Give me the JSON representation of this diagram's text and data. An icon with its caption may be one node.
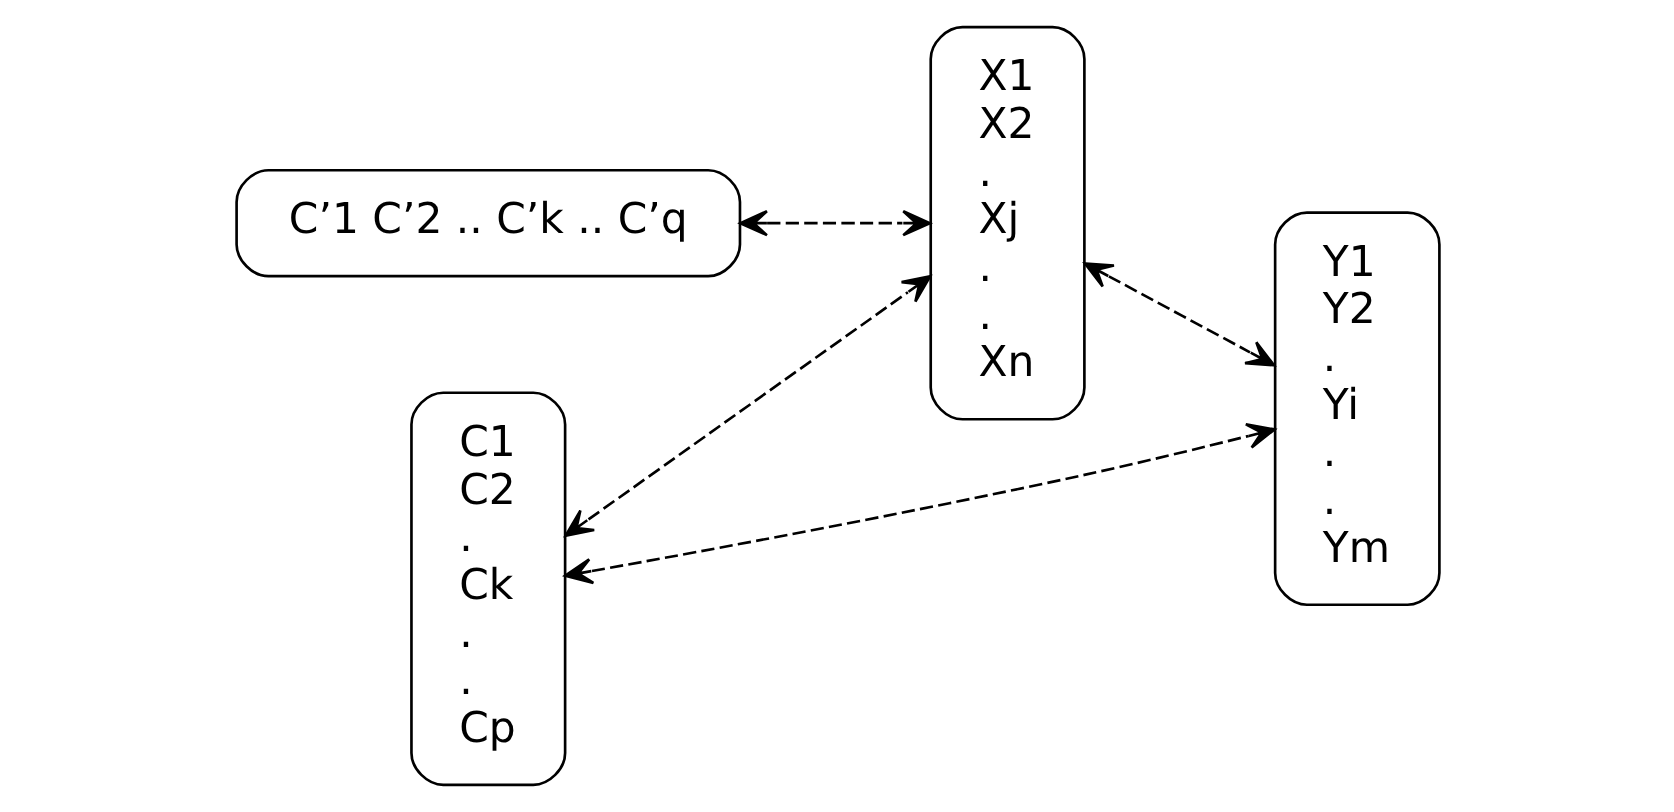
{
  "diagram": {
    "nodes": [
      {
        "text": [
          "C’1 C’2 .. C’k .. C’q"
        ]
      },
      {
        "text": [
          "C1 C2 . Ck . . Cp"
        ]
      },
      {
        "text": [
          "Y1 Y2 . Yi . . Ym"
        ]
      },
      {
        "text": [
          "X1 X2 . Xj . . Xn"
        ]
      }
    ],
    "edges": [
      {
        "from": 1,
        "to": 2,
        "arrow": "both",
        "style": "dashed"
      },
      {
        "from": 1,
        "to": 3,
        "arrow": "both",
        "style": "dashed"
      },
      {
        "from": 3,
        "to": 2,
        "arrow": "both",
        "style": "dashed"
      },
      {
        "from": 0,
        "to": 3,
        "arrow": "both",
        "style": "dashed"
      }
    ]
  }
}
